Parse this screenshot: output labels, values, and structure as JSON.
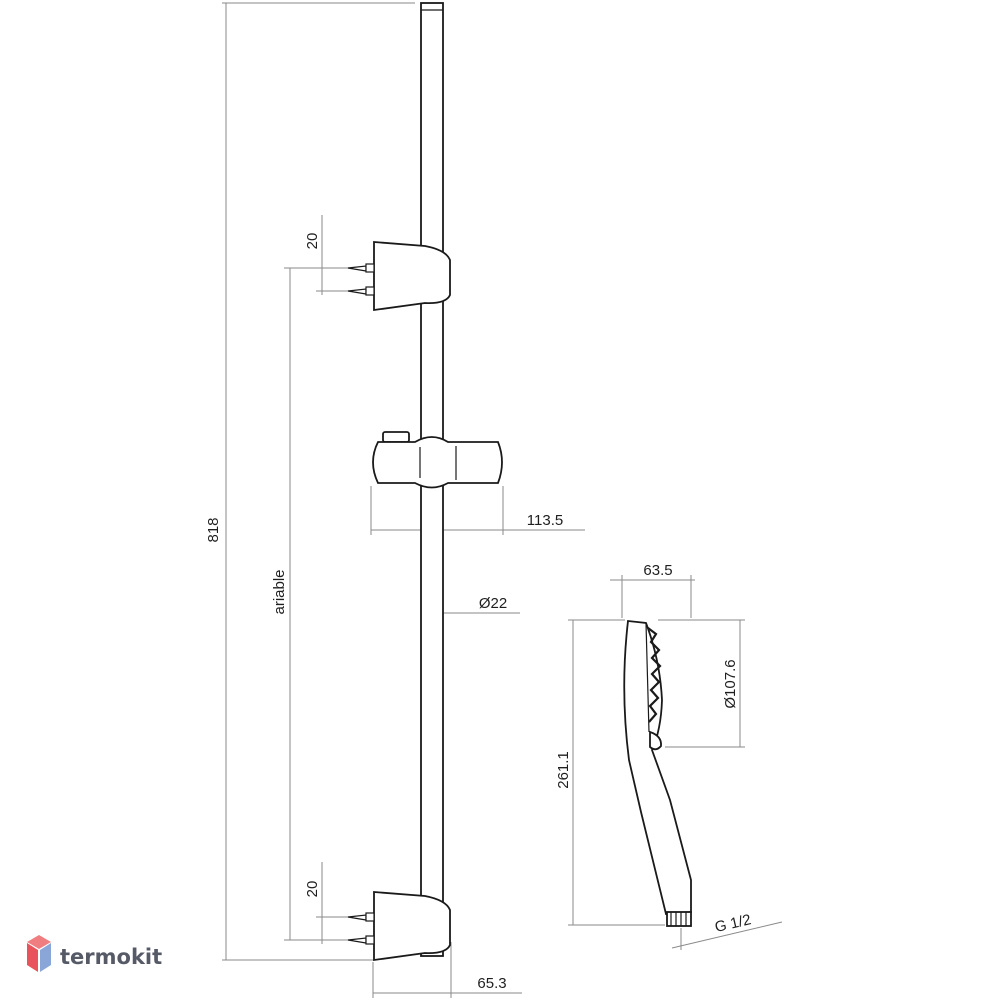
{
  "dimensions": {
    "total_height": "818",
    "bracket_top_spacing": "20",
    "bracket_bottom_spacing": "20",
    "variable_label": "ariable",
    "slider_width": "113.5",
    "rail_diameter": "Ø22",
    "bracket_depth": "65.3",
    "handshower_width": "63.5",
    "head_diameter": "Ø107.6",
    "handshower_length": "261.1",
    "thread": "G 1/2"
  },
  "watermark": {
    "brand": "termokit",
    "colors": {
      "top": "#f07d80",
      "left": "#e9535c",
      "right": "#8aa6d8"
    }
  }
}
